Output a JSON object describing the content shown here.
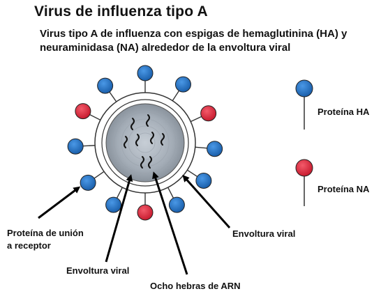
{
  "title": "Virus de influenza tipo A",
  "subtitle": "Virus tipo A de influenza con espigas de hemaglutinina (HA) y neuraminidasa (NA) alrededor de la envoltura viral",
  "colors": {
    "ha": "#1f6fc1",
    "na": "#e0283c",
    "core": "#a9b1bb",
    "envelope": "#ffffff",
    "outline": "#333333"
  },
  "legend": {
    "ha_label": "Proteína HA",
    "na_label": "Proteína NA"
  },
  "labels": {
    "receptor_line1": "Proteína de unión",
    "receptor_line2": "a receptor",
    "envelope_left": "Envoltura viral",
    "envelope_right": "Envoltura viral",
    "rna": "Ocho hebras de ARN"
  }
}
